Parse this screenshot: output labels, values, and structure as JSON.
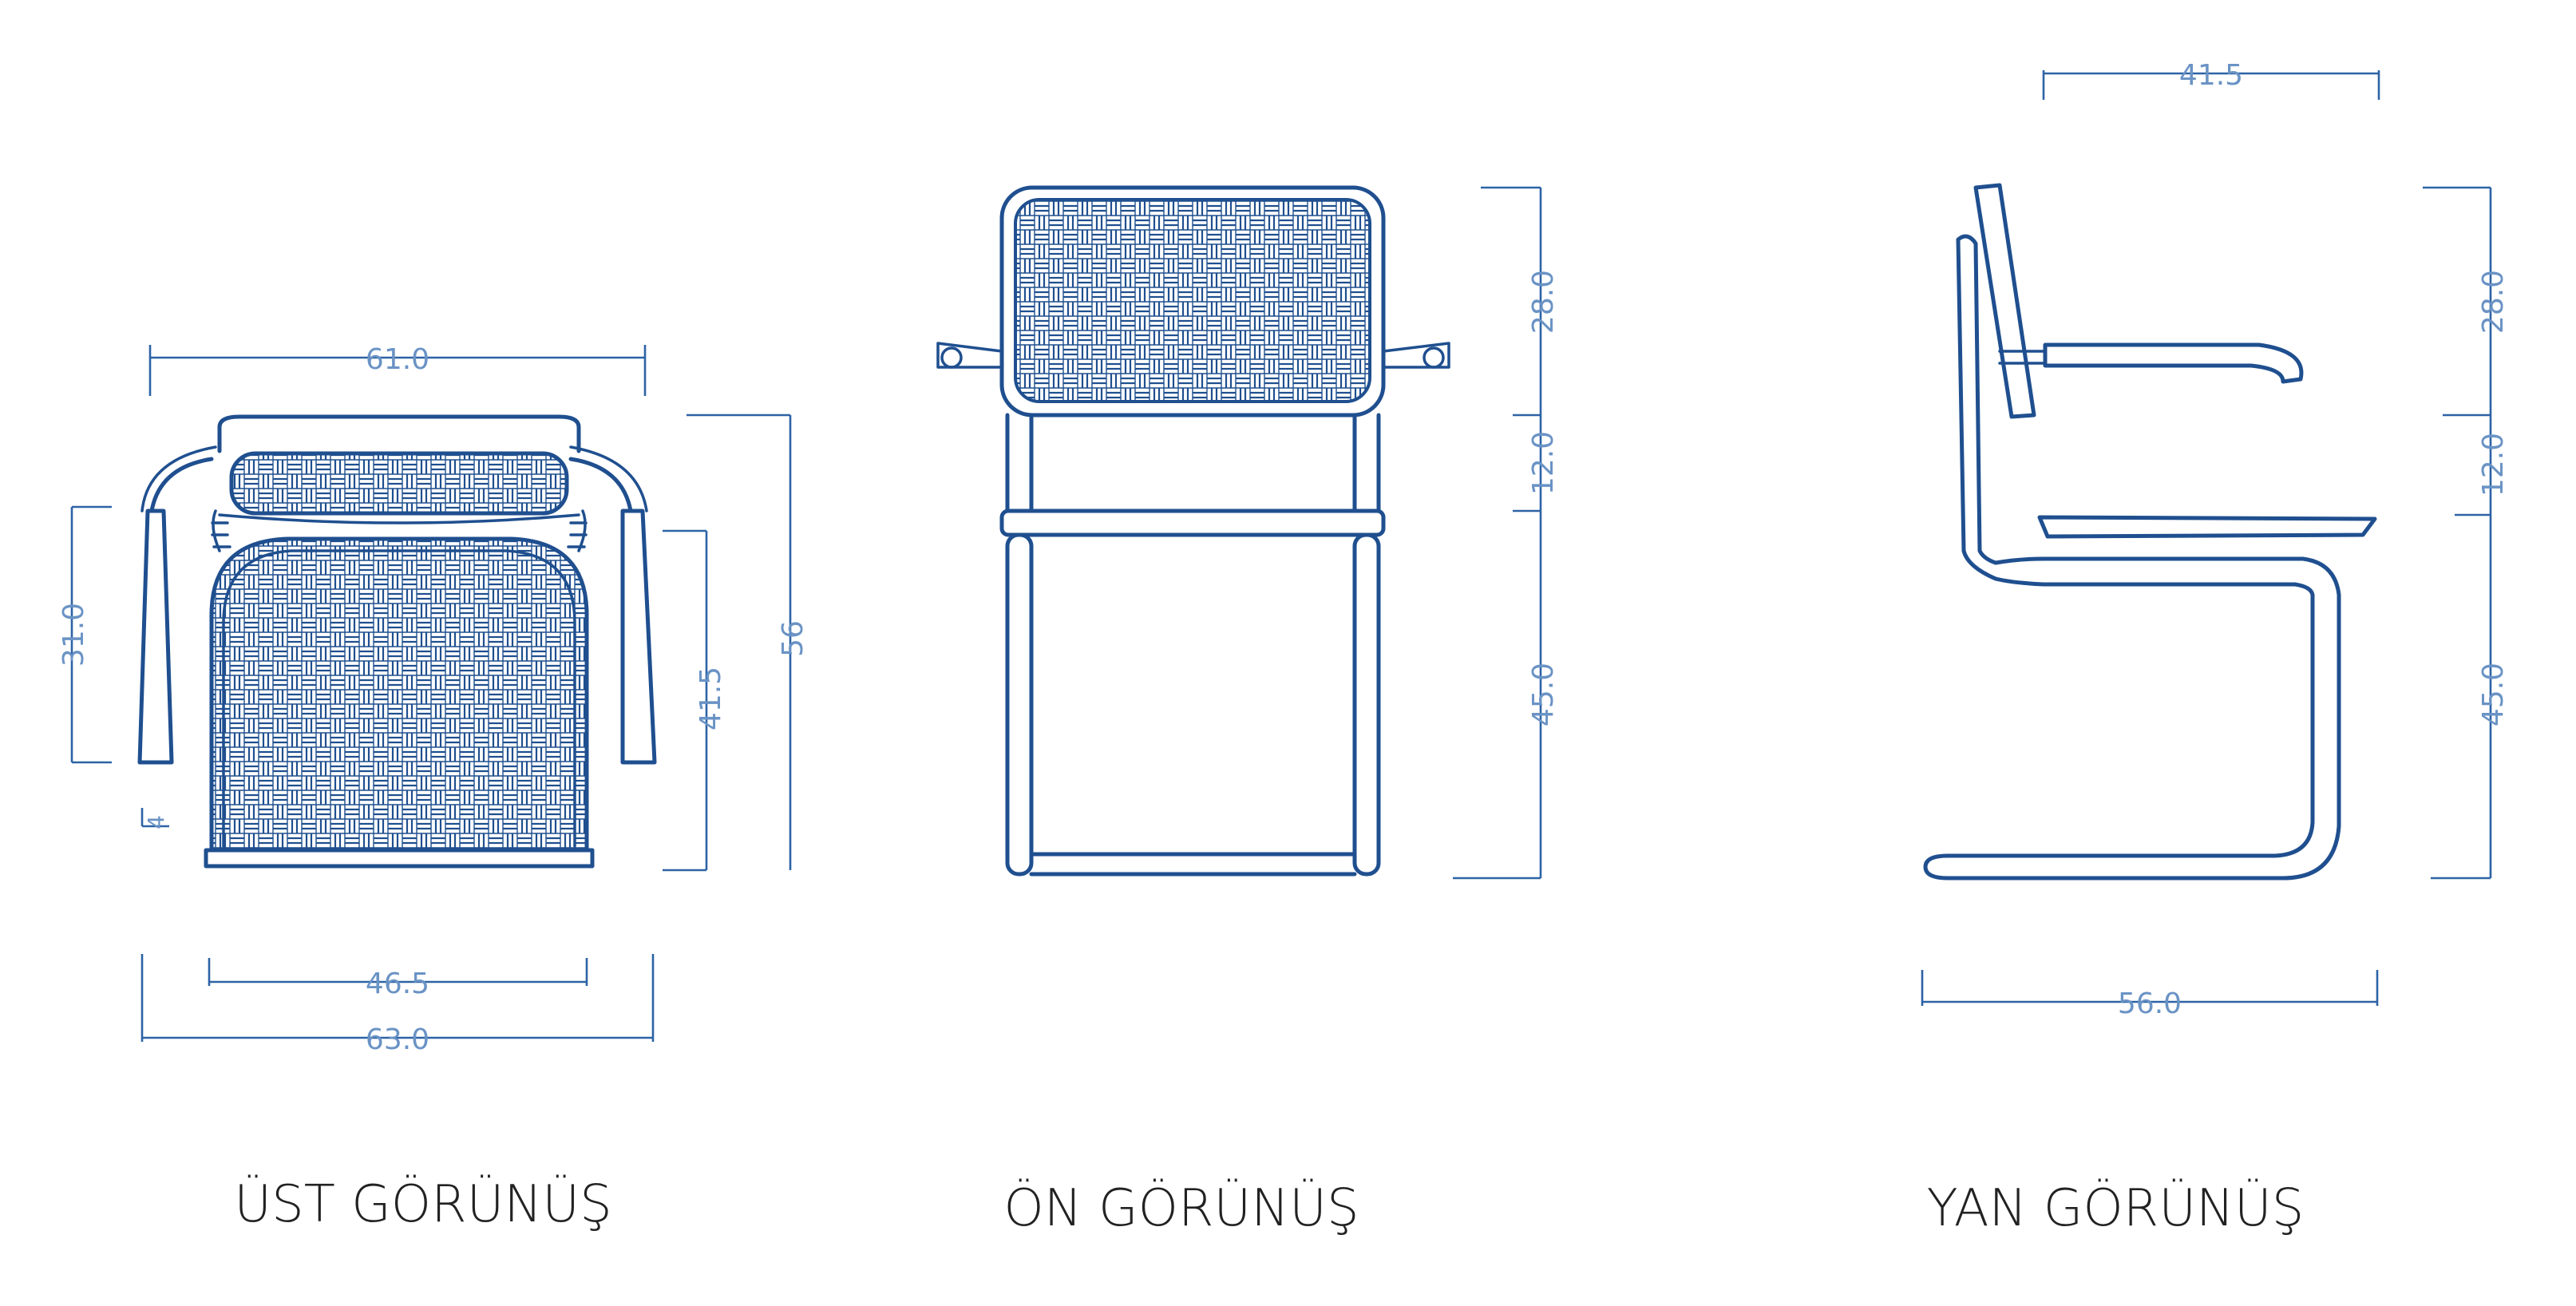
{
  "colors": {
    "line": "#1f4f8f",
    "dimension": "#2d63a6",
    "dimension_text": "#6a93c5",
    "title": "#222222",
    "background": "#ffffff"
  },
  "views": {
    "top": {
      "title": "ÜST GÖRÜNÜŞ",
      "dims": {
        "width_upper": "61.0",
        "armrest_len": "31.0",
        "arm_offset": "4",
        "seat_depth": "41.5",
        "overall_depth": "56",
        "seat_width": "46.5",
        "overall_width": "63.0"
      }
    },
    "front": {
      "title": "ÖN GÖRÜNÜŞ",
      "dims": {
        "back_h": "28.0",
        "arm_gap": "12.0",
        "seat_h": "45.0"
      }
    },
    "side": {
      "title": "YAN GÖRÜNÜŞ",
      "dims": {
        "arm_len": "41.5",
        "back_h": "28.0",
        "arm_gap": "12.0",
        "seat_h": "45.0",
        "depth": "56.0"
      }
    }
  }
}
